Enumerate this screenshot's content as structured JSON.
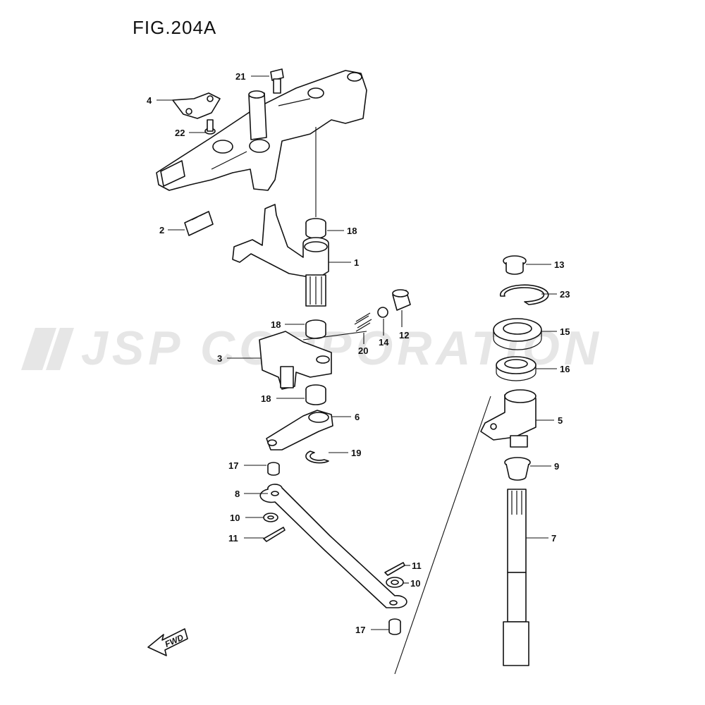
{
  "figure": {
    "title": "FIG.204A"
  },
  "watermark": {
    "text": "JSP CORPORATION"
  },
  "fwd_label": "FWD",
  "callouts": [
    {
      "id": "c21",
      "label": "21"
    },
    {
      "id": "c4",
      "label": "4"
    },
    {
      "id": "c22",
      "label": "22"
    },
    {
      "id": "c2",
      "label": "2"
    },
    {
      "id": "c18a",
      "label": "18"
    },
    {
      "id": "c1",
      "label": "1"
    },
    {
      "id": "c13",
      "label": "13"
    },
    {
      "id": "c23",
      "label": "23"
    },
    {
      "id": "c18b",
      "label": "18"
    },
    {
      "id": "c20",
      "label": "20"
    },
    {
      "id": "c14",
      "label": "14"
    },
    {
      "id": "c12",
      "label": "12"
    },
    {
      "id": "c15",
      "label": "15"
    },
    {
      "id": "c3",
      "label": "3"
    },
    {
      "id": "c16",
      "label": "16"
    },
    {
      "id": "c18c",
      "label": "18"
    },
    {
      "id": "c6",
      "label": "6"
    },
    {
      "id": "c5",
      "label": "5"
    },
    {
      "id": "c19",
      "label": "19"
    },
    {
      "id": "c17a",
      "label": "17"
    },
    {
      "id": "c9",
      "label": "9"
    },
    {
      "id": "c8",
      "label": "8"
    },
    {
      "id": "c10a",
      "label": "10"
    },
    {
      "id": "c11a",
      "label": "11"
    },
    {
      "id": "c7",
      "label": "7"
    },
    {
      "id": "c11b",
      "label": "11"
    },
    {
      "id": "c10b",
      "label": "10"
    },
    {
      "id": "c17b",
      "label": "17"
    }
  ]
}
